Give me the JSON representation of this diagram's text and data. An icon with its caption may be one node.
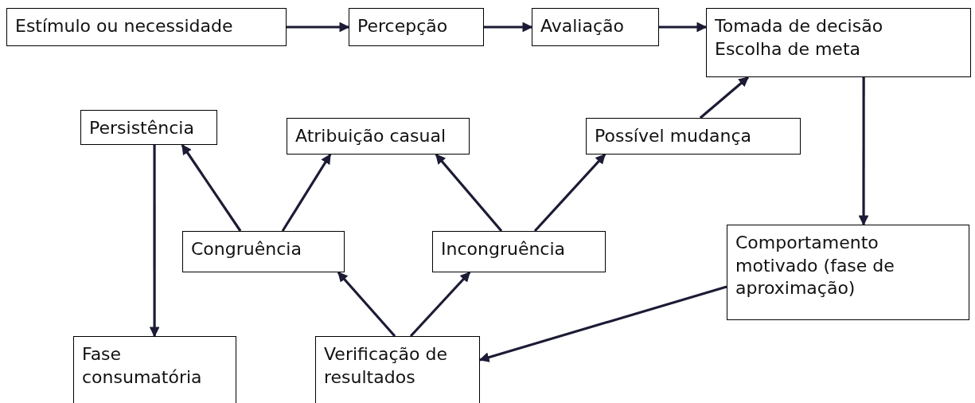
{
  "diagram": {
    "nodes": [
      {
        "text": [
          "Estímulo ou necessidade"
        ]
      },
      {
        "text": [
          "Percepção"
        ]
      },
      {
        "text": [
          "Avaliação"
        ]
      },
      {
        "text": [
          "Tomada de decisão",
          "Escolha de meta"
        ]
      },
      {
        "text": [
          "Persistência"
        ]
      },
      {
        "text": [
          "Atribuição casual"
        ]
      },
      {
        "text": [
          "Possível mudança"
        ]
      },
      {
        "text": [
          "Congruência"
        ]
      },
      {
        "text": [
          "Incongruência"
        ]
      },
      {
        "text": [
          "Comportamento motivado (fase de aproximação)"
        ]
      },
      {
        "text": [
          "Fase consumatória"
        ]
      },
      {
        "text": [
          "Verificação de resultados"
        ]
      }
    ],
    "edges": [
      {
        "from": 0,
        "to": 1,
        "arrow": "to"
      },
      {
        "from": 1,
        "to": 2,
        "arrow": "to"
      },
      {
        "from": 2,
        "to": 3,
        "arrow": "to"
      },
      {
        "from": 6,
        "to": 3,
        "arrow": "to"
      },
      {
        "from": 3,
        "to": 9,
        "arrow": "to"
      },
      {
        "from": 9,
        "to": 11,
        "arrow": "to"
      },
      {
        "from": 11,
        "to": 7,
        "arrow": "to"
      },
      {
        "from": 11,
        "to": 8,
        "arrow": "to"
      },
      {
        "from": 7,
        "to": 4,
        "arrow": "to"
      },
      {
        "from": 7,
        "to": 5,
        "arrow": "to"
      },
      {
        "from": 8,
        "to": 5,
        "arrow": "to"
      },
      {
        "from": 8,
        "to": 6,
        "arrow": "to"
      },
      {
        "from": 4,
        "to": 10,
        "arrow": "to"
      }
    ]
  }
}
